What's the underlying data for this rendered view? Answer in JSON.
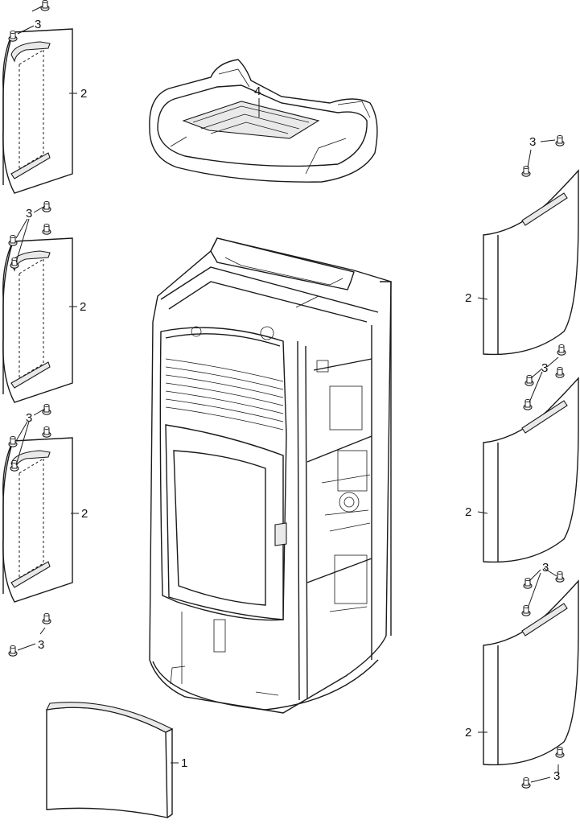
{
  "diagram": {
    "callouts": {
      "front_panel": "1",
      "side_panel": "2",
      "screw": "3",
      "top_cover": "4"
    }
  }
}
